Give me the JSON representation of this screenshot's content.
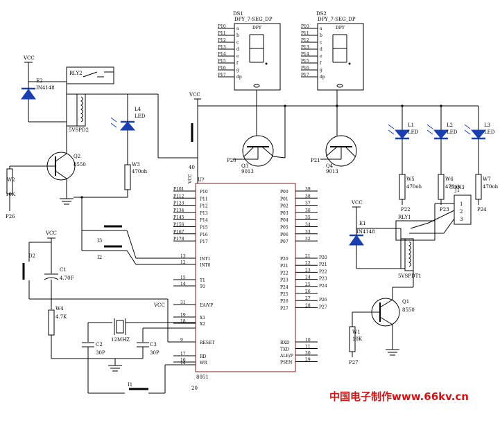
{
  "mcu": {
    "ref": "U?",
    "part": "8051",
    "vcc_label": "VCC",
    "left_pins": [
      {
        "name": "P10",
        "num": ""
      },
      {
        "name": "P11",
        "num": ""
      },
      {
        "name": "P12",
        "num": ""
      },
      {
        "name": "P13",
        "num": ""
      },
      {
        "name": "P14",
        "num": ""
      },
      {
        "name": "P15",
        "num": ""
      },
      {
        "name": "P16",
        "num": ""
      },
      {
        "name": "P17",
        "num": ""
      }
    ],
    "left_nets": [
      "P101",
      "P112",
      "P123",
      "P134",
      "P145",
      "P156",
      "P167",
      "P178"
    ],
    "int_pins": [
      {
        "name": "INT1",
        "num": "13"
      },
      {
        "name": "INT0",
        "num": "12"
      }
    ],
    "t_pins": [
      {
        "name": "T1",
        "num": "15"
      },
      {
        "name": "T0",
        "num": "14"
      }
    ],
    "ea": {
      "name": "EA/VP",
      "num": "31",
      "net": "VCC"
    },
    "x_pins": [
      {
        "name": "X1",
        "num": "19"
      },
      {
        "name": "X2",
        "num": "18"
      }
    ],
    "reset": {
      "name": "RESET",
      "num": "9"
    },
    "rd_wr": [
      {
        "name": "RD",
        "num": "17"
      },
      {
        "name": "WR",
        "num": "16"
      }
    ],
    "pin14": "14",
    "pin20": "20",
    "pin40": "40",
    "p0": [
      {
        "name": "P00",
        "num": "39"
      },
      {
        "name": "P01",
        "num": "38"
      },
      {
        "name": "P02",
        "num": "37"
      },
      {
        "name": "P03",
        "num": "36"
      },
      {
        "name": "P04",
        "num": "35"
      },
      {
        "name": "P05",
        "num": "34"
      },
      {
        "name": "P06",
        "num": "33"
      },
      {
        "name": "P07",
        "num": "32"
      }
    ],
    "p2": [
      {
        "name": "P20",
        "num": "21",
        "net": "P20"
      },
      {
        "name": "P21",
        "num": "22",
        "net": "P21"
      },
      {
        "name": "P22",
        "num": "23",
        "net": "P22"
      },
      {
        "name": "P23",
        "num": "24",
        "net": "P23"
      },
      {
        "name": "P24",
        "num": "25",
        "net": "P24"
      },
      {
        "name": "P25",
        "num": "26",
        "net": ""
      },
      {
        "name": "P26",
        "num": "27",
        "net": "P26"
      },
      {
        "name": "P27",
        "num": "28",
        "net": "P27"
      }
    ],
    "p3": [
      {
        "name": "RXD",
        "num": "10"
      },
      {
        "name": "TXD",
        "num": "11"
      },
      {
        "name": "ALE/P",
        "num": "30"
      },
      {
        "name": "PSEN",
        "num": "29"
      }
    ]
  },
  "displays": [
    {
      "ref": "DS1",
      "part": "DPY_7-SEG_DP",
      "label": "DPY",
      "pins": [
        "P10",
        "P11",
        "P12",
        "P13",
        "P14",
        "P15",
        "P16",
        "P17"
      ],
      "segs": [
        "a",
        "b",
        "c",
        "d",
        "e",
        "f",
        "g",
        "dp"
      ]
    },
    {
      "ref": "DS2",
      "part": "DPY_7-SEG_DP",
      "label": "DPY",
      "pins": [
        "P10",
        "P11",
        "P12",
        "P13",
        "P14",
        "P15",
        "P16",
        "P17"
      ],
      "segs": [
        "a",
        "b",
        "c",
        "d",
        "e",
        "f",
        "g",
        "dp"
      ]
    }
  ],
  "transistors": [
    {
      "ref": "Q3",
      "part": "9013",
      "base": "P20"
    },
    {
      "ref": "Q4",
      "part": "9013",
      "base": "P21"
    },
    {
      "ref": "Q2",
      "part": "8550"
    },
    {
      "ref": "Q1",
      "part": "8550"
    }
  ],
  "leds": [
    {
      "ref": "L4",
      "part": "LED"
    },
    {
      "ref": "L1",
      "part": "LED"
    },
    {
      "ref": "L2",
      "part": "LED"
    },
    {
      "ref": "L3",
      "part": "LED"
    }
  ],
  "resistors": [
    {
      "ref": "W3",
      "value": "470oh"
    },
    {
      "ref": "W5",
      "value": "470oh",
      "net": "P22"
    },
    {
      "ref": "W6",
      "value": "470oh",
      "net": "P23"
    },
    {
      "ref": "W7",
      "value": "470oh",
      "net": "P24"
    },
    {
      "ref": "W2",
      "value": "10K",
      "net": "P26"
    },
    {
      "ref": "W4",
      "value": "4.7K"
    },
    {
      "ref": "W1",
      "value": "10K",
      "net": "P27"
    }
  ],
  "diodes": [
    {
      "ref": "E2",
      "part": "IN4148"
    },
    {
      "ref": "E1",
      "part": "IN4148"
    }
  ],
  "relays": [
    {
      "ref": "RLY2",
      "part": "5VSPD2"
    },
    {
      "ref": "RLY1",
      "part": "5VSPDT1"
    }
  ],
  "connector": {
    "ref": "J1",
    "part": "CON3",
    "pins": [
      "1",
      "2",
      "3"
    ]
  },
  "switches": [
    {
      "ref": "I3"
    },
    {
      "ref": "I2"
    },
    {
      "ref": "I1"
    },
    {
      "ref": "D2"
    }
  ],
  "caps": [
    {
      "ref": "C1",
      "value": "4.70F"
    },
    {
      "ref": "C2",
      "value": "30P"
    },
    {
      "ref": "C3",
      "value": "30P"
    }
  ],
  "crystal": {
    "value": "12MHZ"
  },
  "vcc": "VCC",
  "watermark": "中国电子制作www.66kv.cn"
}
